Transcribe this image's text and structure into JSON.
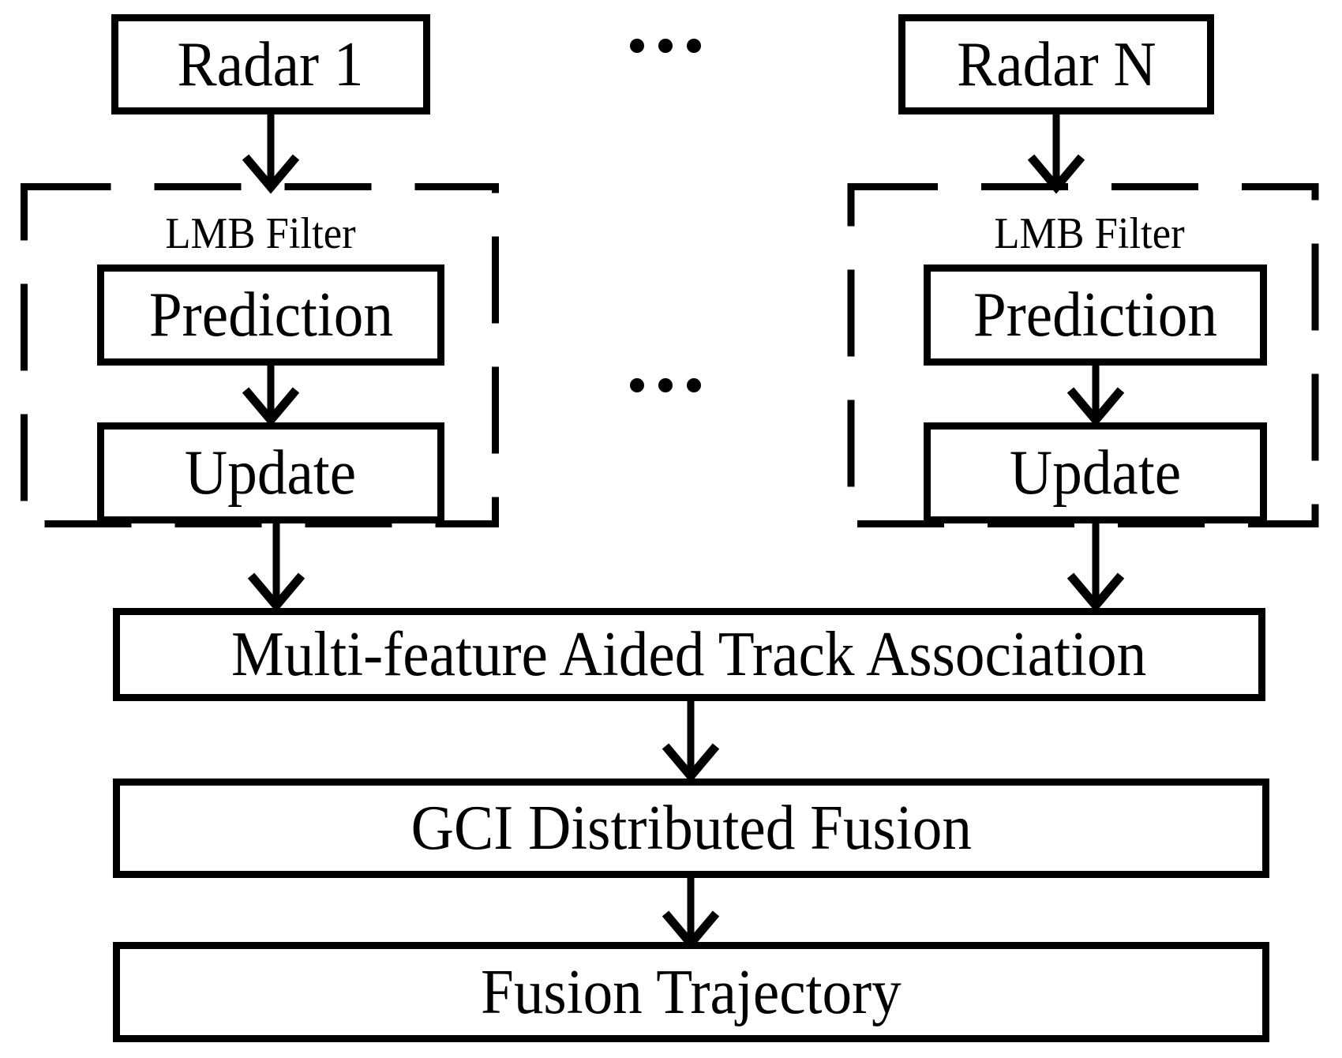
{
  "figure": {
    "background": "#ffffff",
    "stroke_color": "#000000",
    "nodes": {
      "radar1": "Radar 1",
      "radarN": "Radar N",
      "lmbFilterLeft": "LMB Filter",
      "lmbFilterRight": "LMB Filter",
      "predictionLeft": "Prediction",
      "updateLeft": "Update",
      "predictionRight": "Prediction",
      "updateRight": "Update",
      "trackAssociation": "Multi-feature Aided Track Association",
      "gciFusion": "GCI Distributed Fusion",
      "fusionTrajectory": "Fusion Trajectory"
    },
    "ellipsisTop": "...",
    "ellipsisMiddle": "...",
    "icons": {
      "ellipsis": "ellipsis-icon",
      "arrowhead": "down-chevron-arrowhead"
    },
    "edges": [
      {
        "from": "Radar 1",
        "to": "LMB Filter (left)"
      },
      {
        "from": "Radar N",
        "to": "LMB Filter (right)"
      },
      {
        "from": "Prediction (left)",
        "to": "Update (left)"
      },
      {
        "from": "Prediction (right)",
        "to": "Update (right)"
      },
      {
        "from": "Update (left)",
        "to": "Multi-feature Aided Track Association"
      },
      {
        "from": "Update (right)",
        "to": "Multi-feature Aided Track Association"
      },
      {
        "from": "Multi-feature Aided Track Association",
        "to": "GCI Distributed Fusion"
      },
      {
        "from": "GCI Distributed Fusion",
        "to": "Fusion Trajectory"
      }
    ]
  }
}
